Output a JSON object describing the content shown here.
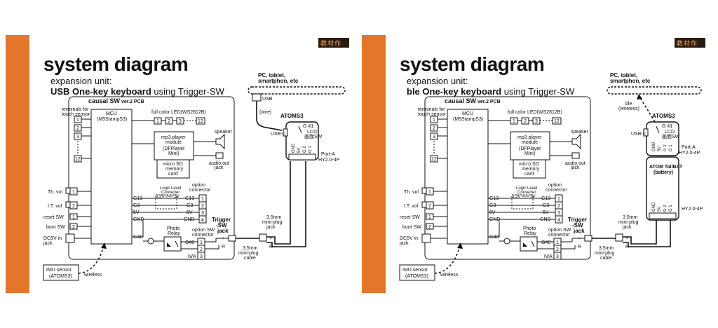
{
  "common": {
    "logo": "教材作",
    "title": "system diagram",
    "subtitle": "expansion unit:",
    "pcb_label": "causal SW",
    "pcb_version": "ver.2 PCB",
    "touch_label_1": "terminals for",
    "touch_label_2": "touch sensor",
    "touch_pins": [
      "1",
      "2",
      "3",
      "12"
    ],
    "mcu_1": "MCU",
    "mcu_2": "(M5StampS3)",
    "led_label": "full color LED(WS2812B)",
    "led_pins": [
      "1",
      "2",
      "3",
      "12"
    ],
    "mp3_1": "mp3 player",
    "mp3_2": "module",
    "mp3_3": "(DFPlayer",
    "mp3_4": "Mini)",
    "sd_1": "micro SD",
    "sd_2": "memory",
    "sd_3": "card",
    "speaker": "speaker",
    "audio_1": "audio out",
    "audio_2": "jack",
    "th_vol": "Th. vol",
    "it_vol": "I.T. vol",
    "reset_sw": "reset SW",
    "boot_sw": "boot SW",
    "dc_1": "DC5V in",
    "dc_2": "jack",
    "sw_pins": [
      "1",
      "2",
      "1",
      "2"
    ],
    "g13": "G13",
    "g3": "G3",
    "v5": "5V",
    "gnd": "GND",
    "g40": "G40",
    "llc_1": "Logic Level",
    "llc_2": "Converter",
    "llc_3": "3.3V <=> 5V",
    "opt_1": "option",
    "opt_2": "connector",
    "opt_pins": [
      "1",
      "2",
      "3",
      "4"
    ],
    "relay_1": "Photo",
    "relay_2": "Relay",
    "oswc_1": "option SW",
    "oswc_2": "connector",
    "oswc_pins": [
      "1",
      "2",
      "3"
    ],
    "na": "N/A",
    "trig_1": "Trigger",
    "trig_2": "-SW",
    "trig_3": "jack",
    "plus": "+",
    "r": "R",
    "mp_1": "3.5mm",
    "mp_2": "mini-plug",
    "mp_3": "jack",
    "cable_1": "3.5mm",
    "cable_2": "mini-plug",
    "cable_3": "cable",
    "imu_1": "IMU sensor",
    "imu_2": "(ATOMS3)",
    "wireless": "wireless",
    "pc_1": "PC, tablet,",
    "pc_2": "smartphon, etc",
    "atoms3": "ATOMS3",
    "g41": "G 41",
    "lcd_1": "LCD",
    "lcd_2": "画面SW",
    "usbc": "USB-C",
    "port_a_1": "Port-A",
    "port_a_2": "HY2.0-4P",
    "hy_pins": [
      "GND",
      "5V",
      "G 2",
      "G 1"
    ],
    "hy_pins_2": [
      "GND",
      "5V",
      "G 2",
      "G 1"
    ]
  },
  "left": {
    "sub_bold": "USB One-key keyboard",
    "sub_rest": " using Trigger-SW",
    "usb": "USB",
    "wire": "(wire)"
  },
  "right": {
    "sub_bold": "ble One-key keyboard",
    "sub_rest": " using Trigger-SW",
    "ble_1": "ble",
    "ble_2": "(wireless)",
    "tailbat_1": "ATOM TailBAT",
    "tailbat_2": "(battery)",
    "hy2": "HY2.0-4P"
  }
}
